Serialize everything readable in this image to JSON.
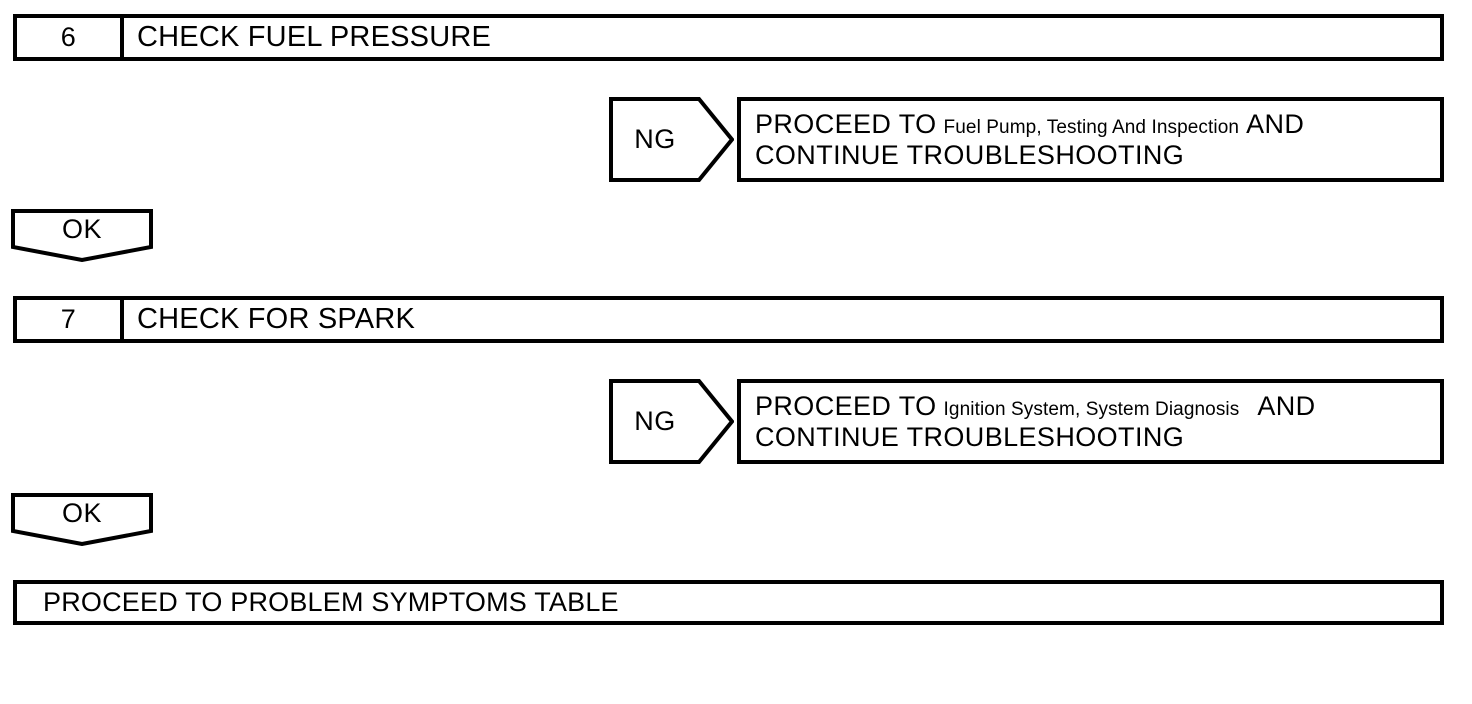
{
  "diagram": {
    "type": "troubleshooting-flowchart",
    "steps": [
      {
        "number": "6",
        "title": "CHECK FUEL PRESSURE",
        "ng": {
          "branch_label": "NG",
          "action_prefix": "PROCEED  TO",
          "reference": "Fuel Pump, Testing And Inspection",
          "action_suffix": "AND",
          "action_line2": "CONTINUE  TROUBLESHOOTING"
        },
        "ok": {
          "branch_label": "OK"
        }
      },
      {
        "number": "7",
        "title": "CHECK FOR SPARK",
        "ng": {
          "branch_label": "NG",
          "action_prefix": "PROCEED  TO",
          "reference": "Ignition System, System Diagnosis",
          "action_suffix": "AND",
          "action_line2": "CONTINUE TROUBLESHOOTING"
        },
        "ok": {
          "branch_label": "OK"
        }
      }
    ],
    "final": {
      "text": "PROCEED TO PROBLEM SYMPTOMS TABLE"
    },
    "colors": {
      "stroke": "#000000",
      "background": "#ffffff"
    }
  }
}
